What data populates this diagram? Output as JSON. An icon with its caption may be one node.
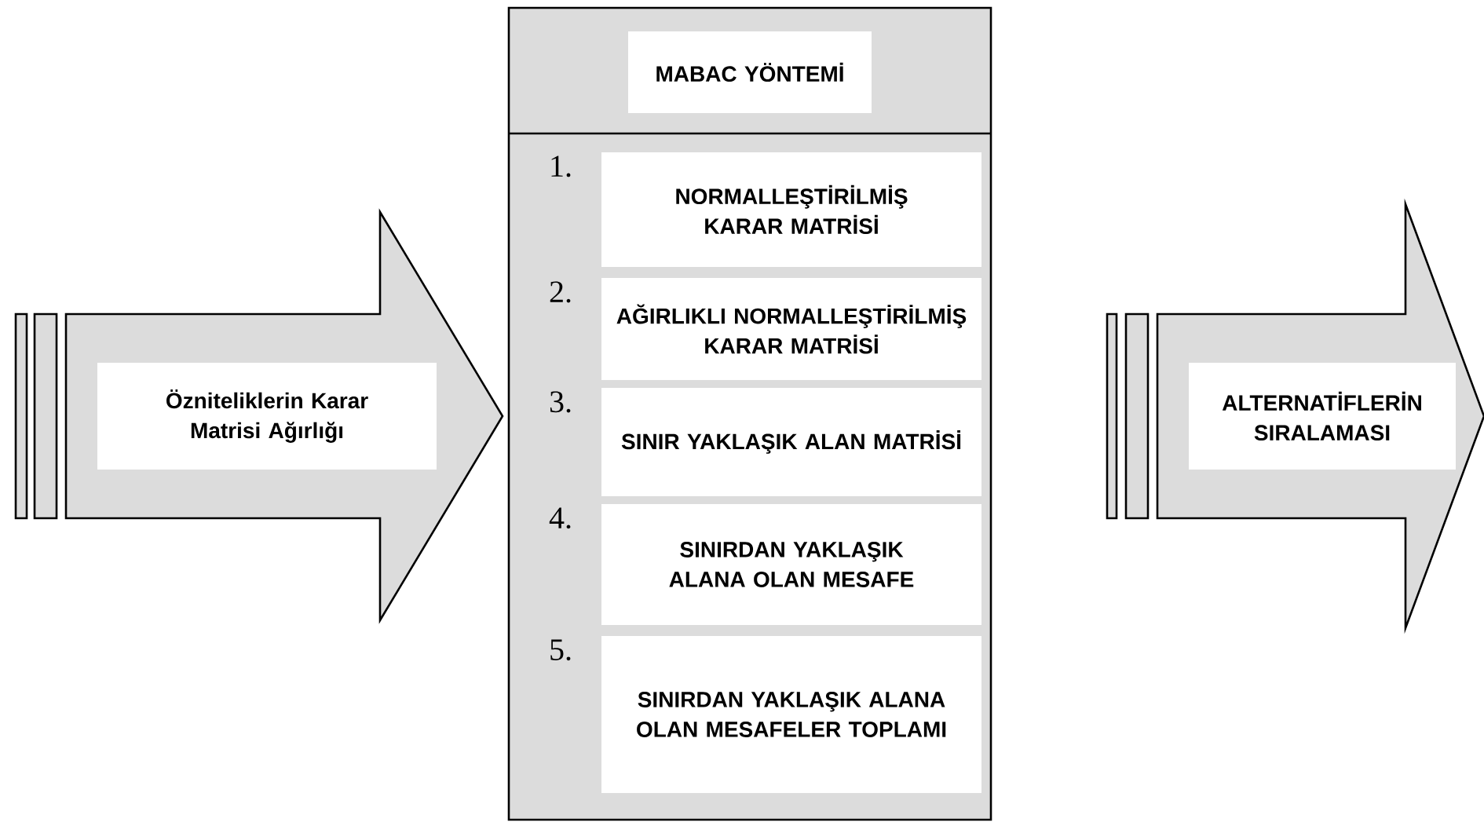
{
  "diagram": {
    "nodes": [
      {
        "text": [
          "Özniteliklerin Karar Matrisi Ağırlığı"
        ]
      },
      {
        "text": [],
        "shape": "box"
      },
      {
        "text": [
          "MABAC YÖNTEMİ"
        ],
        "in": 1
      },
      {
        "text": [
          "NORMALLEŞTİRİLMİŞ KARAR MATRİSİ"
        ],
        "in": 1,
        "beside": [
          "1."
        ]
      },
      {
        "text": [
          "AĞIRLIKLI NORMALLEŞTİRİLMİŞ KARAR MATRİSİ"
        ],
        "in": 1,
        "beside": [
          "2."
        ]
      },
      {
        "text": [
          "SINIR YAKLAŞIK ALAN MATRİSİ"
        ],
        "in": 1,
        "beside": [
          "3."
        ]
      },
      {
        "text": [
          "SINIRDAN YAKLAŞIK ALANA OLAN MESAFE"
        ],
        "in": 1,
        "beside": [
          "4."
        ]
      },
      {
        "text": [
          "SINIRDAN YAKLAŞIK ALANA OLAN MESAFELER TOPLAMI"
        ],
        "in": 1,
        "beside": [
          "5."
        ]
      },
      {
        "text": [
          "ALTERNATİFLERİN SIRALAMASI"
        ]
      }
    ]
  }
}
